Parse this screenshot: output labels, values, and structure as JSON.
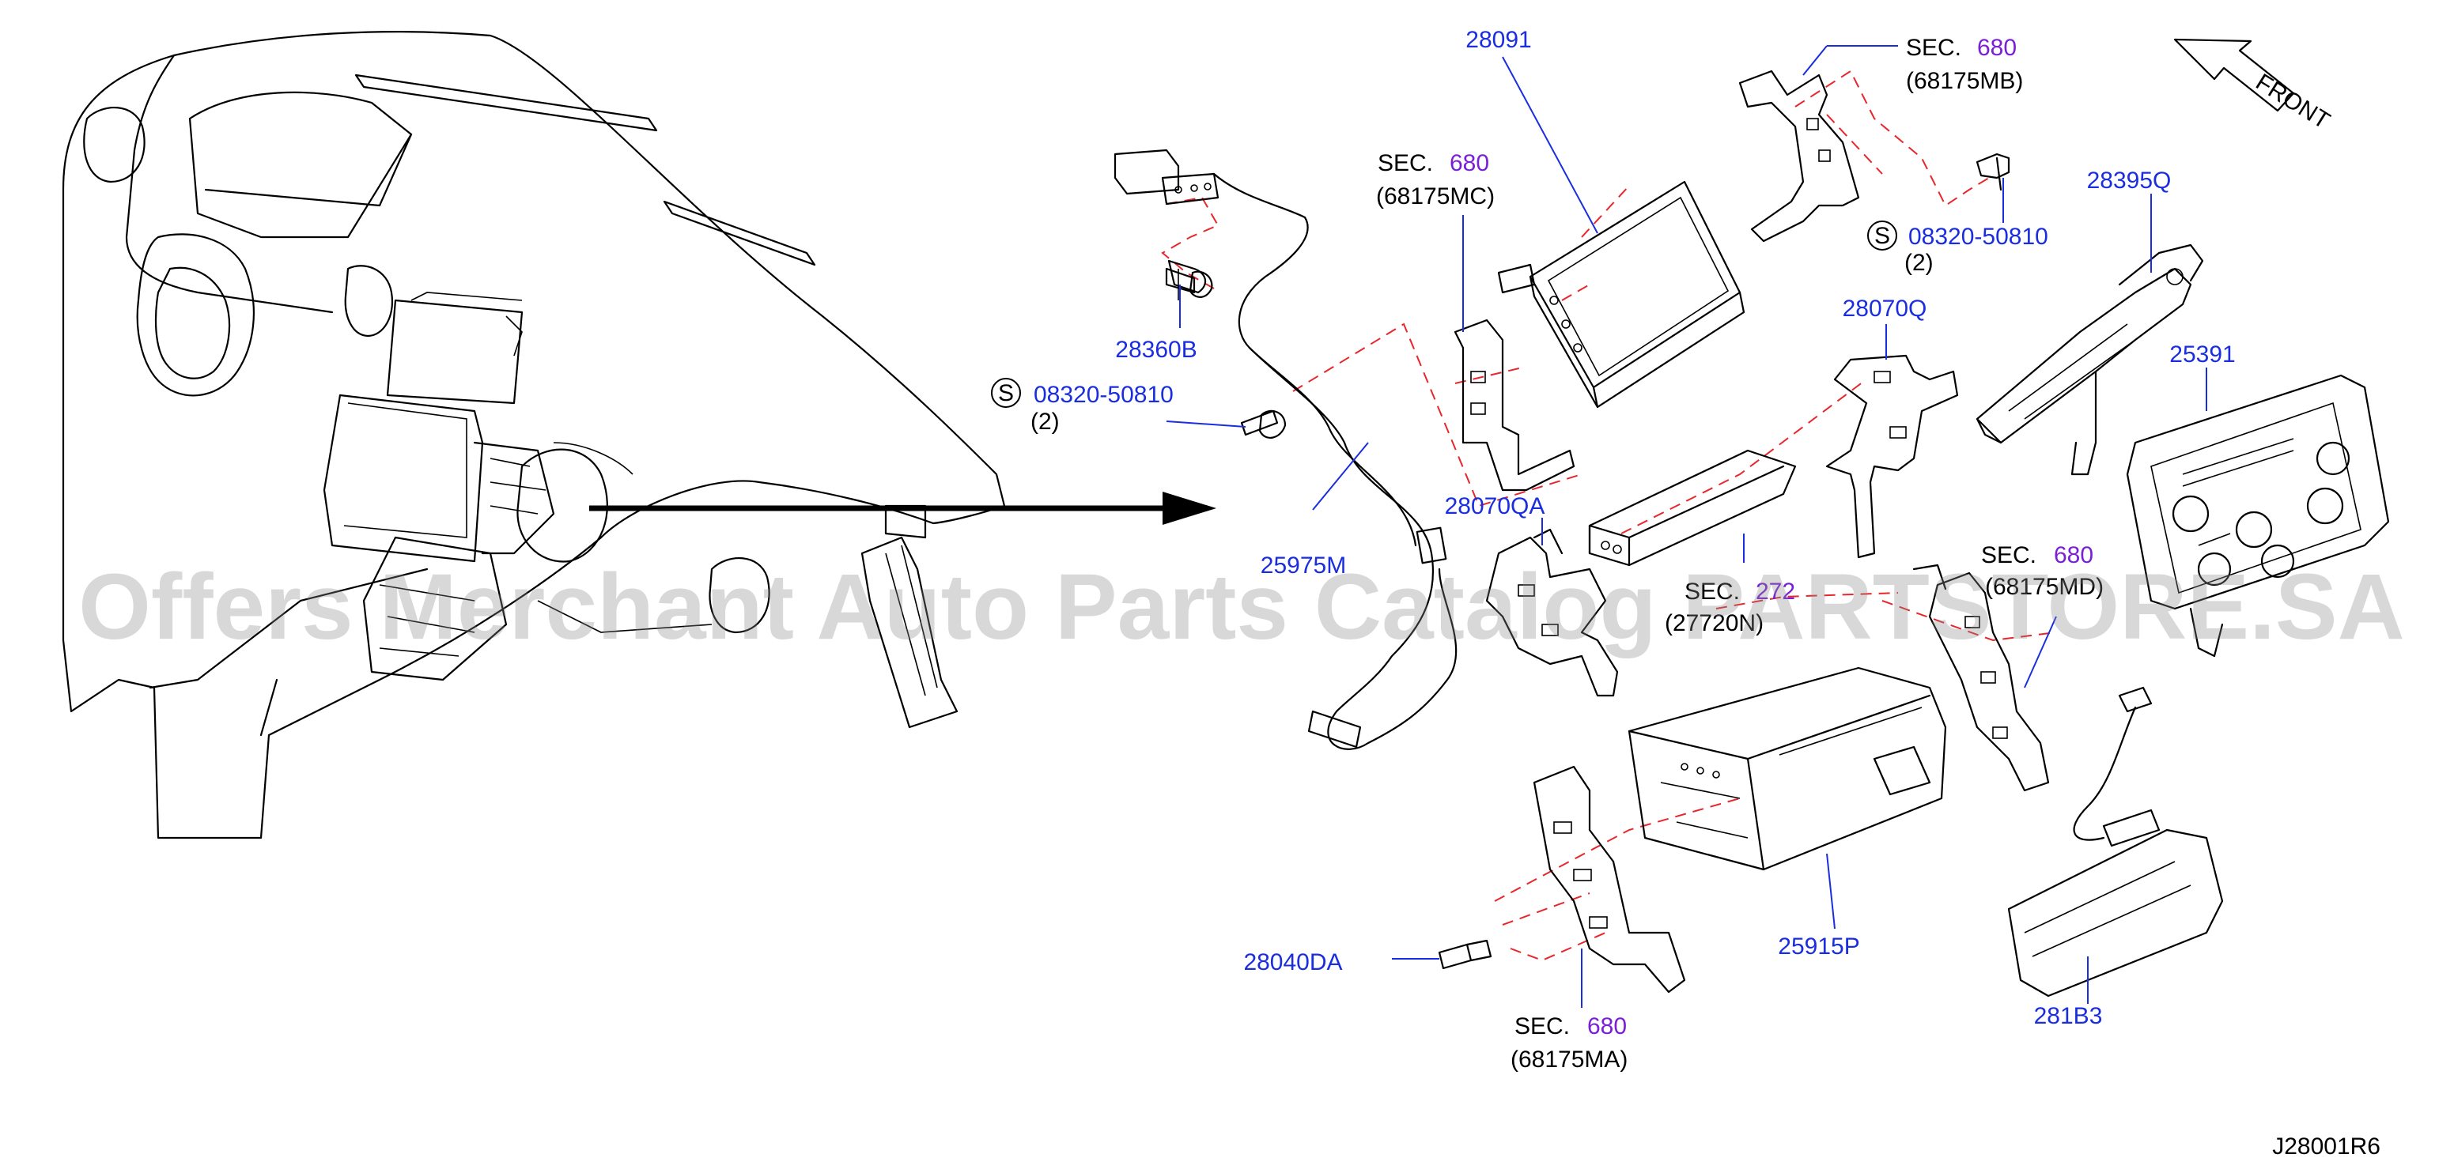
{
  "diagram": {
    "front_label": "FRONT",
    "diagram_code": "J28001R6",
    "watermark": "Offers Merchant Auto Parts Catalog PARTSTORE.SA",
    "parts": {
      "p28091": "28091",
      "p28360B": "28360B",
      "p08320_a": "08320-50810",
      "p08320_a_qty": "(2)",
      "p08320_b": "08320-50810",
      "p08320_b_qty": "(2)",
      "p25975M": "25975M",
      "p28070QA": "28070QA",
      "p28070Q": "28070Q",
      "p28395Q": "28395Q",
      "p25391": "25391",
      "p25915P": "25915P",
      "p281B3": "281B3",
      "p28040DA": "28040DA"
    },
    "screw_symbol": "S",
    "sections": {
      "sec_mc": {
        "label": "SEC.",
        "num": "680",
        "ref": "(68175MC)"
      },
      "sec_mb": {
        "label": "SEC.",
        "num": "680",
        "ref": "(68175MB)"
      },
      "sec_mid": {
        "label": "SEC.",
        "num": "272",
        "ref": "(27720N)"
      },
      "sec_right": {
        "label": "SEC.",
        "num": "680",
        "ref": "(68175MD)"
      },
      "sec_ma": {
        "label": "SEC.",
        "num": "680",
        "ref": "(68175MA)"
      }
    },
    "colors": {
      "part_number": "#1a2ee0",
      "section_number": "#7a1fd6",
      "assembly_line": "#e8262b"
    }
  }
}
